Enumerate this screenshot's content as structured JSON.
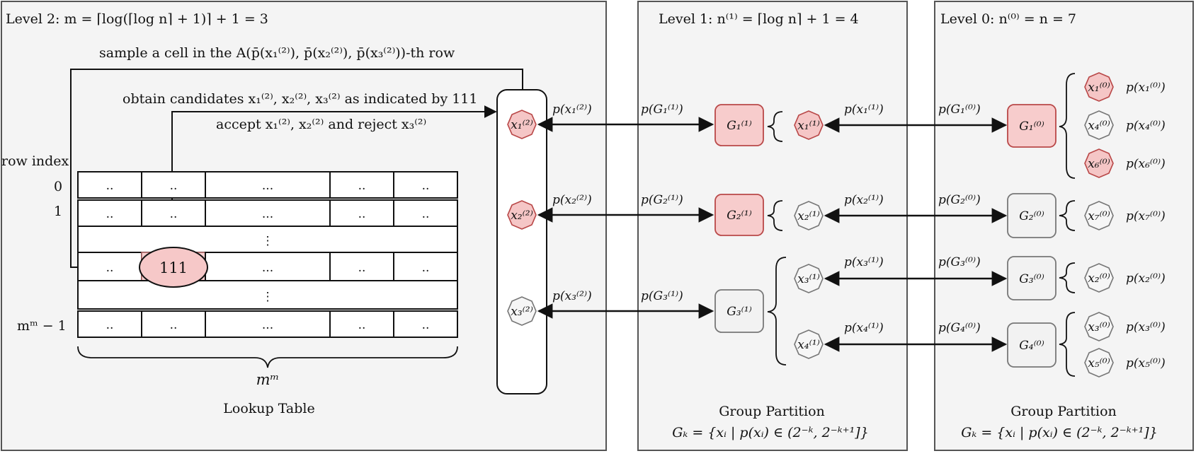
{
  "level2": {
    "title": "Level 2: m = ⌈log(⌈log n⌉ + 1)⌉ + 1 = 3",
    "sample_text": "sample a cell in the A(p̄(x₁⁽²⁾), p̄(x₂⁽²⁾), p̄(x₃⁽²⁾))-th row",
    "obtain_text": "obtain candidates x₁⁽²⁾, x₂⁽²⁾, x₃⁽²⁾ as indicated by 111",
    "accept_text": "accept x₁⁽²⁾, x₂⁽²⁾ and reject x₃⁽²⁾",
    "row_index_label": "row index",
    "row_labels": [
      "0",
      "1",
      "mᵐ − 1"
    ],
    "cell_dots": "..",
    "cell_dots_wide": "...",
    "vertical_ellipsis": "⋮",
    "highlight_value": "111",
    "width_label": "mᵐ",
    "table_label": "Lookup Table",
    "nodes": [
      {
        "label": "x₁⁽²⁾",
        "state": "selected",
        "edge_label": "p(x₁⁽²⁾)"
      },
      {
        "label": "x₂⁽²⁾",
        "state": "selected",
        "edge_label": "p(x₂⁽²⁾)"
      },
      {
        "label": "x₃⁽²⁾",
        "state": "unselected",
        "edge_label": "p(x₃⁽²⁾)"
      }
    ]
  },
  "level1": {
    "title": "Level 1: n⁽¹⁾ = ⌈log n⌉ + 1 = 4",
    "groups": [
      {
        "label": "G₁⁽¹⁾",
        "state": "selected",
        "edge_label": "p(G₁⁽¹⁾)"
      },
      {
        "label": "G₂⁽¹⁾",
        "state": "selected",
        "edge_label": "p(G₂⁽¹⁾)"
      },
      {
        "label": "G₃⁽¹⁾",
        "state": "unselected",
        "edge_label": "p(G₃⁽¹⁾)"
      }
    ],
    "elements": [
      {
        "label": "x₁⁽¹⁾",
        "state": "selected",
        "edge_label": "p(x₁⁽¹⁾)"
      },
      {
        "label": "x₂⁽¹⁾",
        "state": "unselected",
        "edge_label": "p(x₂⁽¹⁾)"
      },
      {
        "label": "x₃⁽¹⁾",
        "state": "unselected",
        "edge_label": "p(x₃⁽¹⁾)"
      },
      {
        "label": "x₄⁽¹⁾",
        "state": "unselected",
        "edge_label": "p(x₄⁽¹⁾)"
      }
    ],
    "partition_title": "Group Partition",
    "partition_formula": "Gₖ = {xᵢ | p(xᵢ) ∈ (2⁻ᵏ, 2⁻ᵏ⁺¹]}"
  },
  "level0": {
    "title": "Level 0: n⁽⁰⁾ = n = 7",
    "groups": [
      {
        "label": "G₁⁽⁰⁾",
        "state": "selected",
        "edge_label": "p(G₁⁽⁰⁾)"
      },
      {
        "label": "G₂⁽⁰⁾",
        "state": "unselected",
        "edge_label": "p(G₂⁽⁰⁾)"
      },
      {
        "label": "G₃⁽⁰⁾",
        "state": "unselected",
        "edge_label": "p(G₃⁽⁰⁾)"
      },
      {
        "label": "G₄⁽⁰⁾",
        "state": "unselected",
        "edge_label": "p(G₄⁽⁰⁾)"
      }
    ],
    "elements": [
      {
        "label": "x₁⁽⁰⁾",
        "state": "selected",
        "prob": "p(x₁⁽⁰⁾)"
      },
      {
        "label": "x₄⁽⁰⁾",
        "state": "unselected",
        "prob": "p(x₄⁽⁰⁾)"
      },
      {
        "label": "x₆⁽⁰⁾",
        "state": "selected",
        "prob": "p(x₆⁽⁰⁾)"
      },
      {
        "label": "x₇⁽⁰⁾",
        "state": "unselected",
        "prob": "p(x₇⁽⁰⁾)"
      },
      {
        "label": "x₂⁽⁰⁾",
        "state": "unselected",
        "prob": "p(x₂⁽⁰⁾)"
      },
      {
        "label": "x₃⁽⁰⁾",
        "state": "unselected",
        "prob": "p(x₃⁽⁰⁾)"
      },
      {
        "label": "x₅⁽⁰⁾",
        "state": "unselected",
        "prob": "p(x₅⁽⁰⁾)"
      }
    ],
    "partition_title": "Group Partition",
    "partition_formula": "Gₖ = {xᵢ | p(xᵢ) ∈ (2⁻ᵏ, 2⁻ᵏ⁺¹]}"
  },
  "colors": {
    "selected_fill": "#f5c6c6",
    "selected_stroke": "#b94848",
    "unselected_fill": "#f6f6f6",
    "unselected_stroke": "#777777",
    "panel_fill": "#f4f4f4"
  }
}
